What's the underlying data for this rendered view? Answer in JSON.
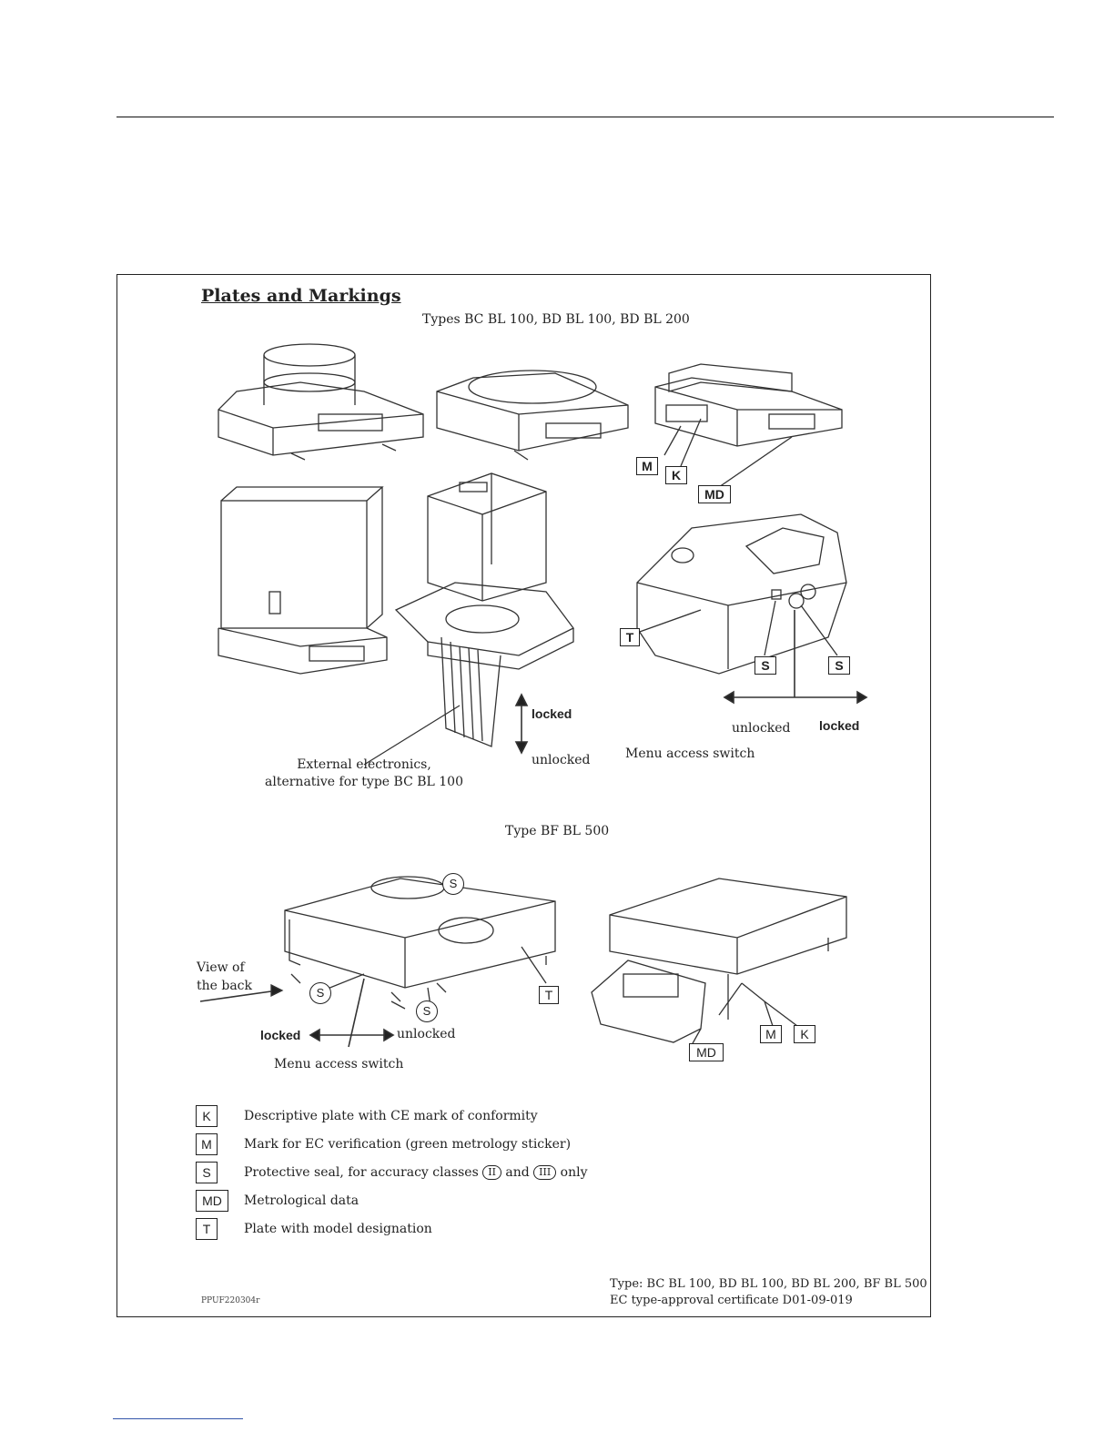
{
  "page": {
    "title": "Plates and Markings",
    "types_top": "Types   BC BL 100, BD BL 100, BD BL 200",
    "type_bottom": "Type   BF BL 500",
    "labels": {
      "locked_1": "locked",
      "unlocked_1": "unlocked",
      "external_electronics": "External electronics,",
      "alternative": "alternative for type BC BL 100",
      "unlocked_2": "unlocked",
      "locked_2": "locked",
      "menu_switch_1": "Menu access switch",
      "view_of": "View of",
      "the_back": "the back",
      "locked_3": "locked",
      "unlocked_3": "unlocked",
      "menu_switch_2": "Menu access switch"
    },
    "markers": {
      "m": "M",
      "k": "K",
      "md": "MD",
      "t": "T",
      "s": "S"
    },
    "legend": [
      {
        "key": "K",
        "text": "Descriptive plate with CE mark of conformity"
      },
      {
        "key": "M",
        "text": "Mark for EC verification (green metrology sticker)"
      },
      {
        "key": "S",
        "text_before": "Protective seal, for accuracy classes",
        "class_1": "II",
        "text_mid": "and",
        "class_2": "III",
        "text_after": "only"
      },
      {
        "key": "MD",
        "text": "Metrological data"
      },
      {
        "key": "T",
        "text": "Plate with model designation"
      }
    ],
    "footer": {
      "code": "PPUF220304r",
      "line1": "Type: BC BL 100, BD BL 100, BD BL 200, BF BL 500",
      "line2": "EC type-approval certificate D01-09-019"
    }
  }
}
